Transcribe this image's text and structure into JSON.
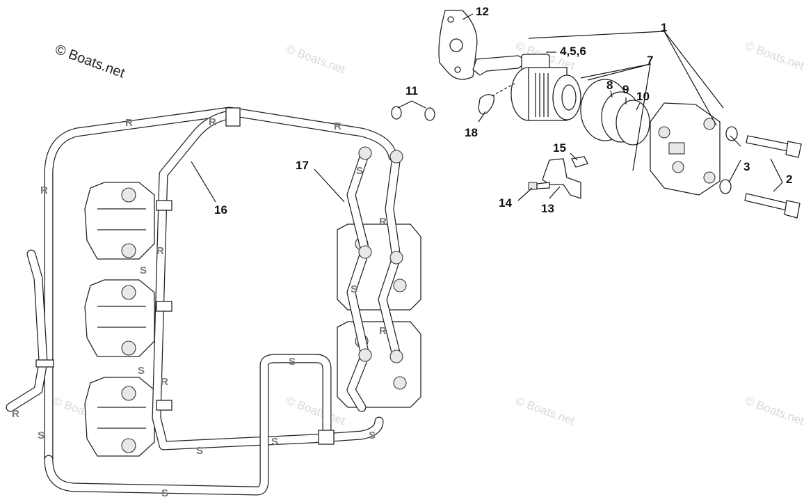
{
  "copyright": "© Boats.net",
  "watermark": "© Boats.net",
  "callouts": [
    "12",
    "1",
    "4,5,6",
    "7",
    "8",
    "9",
    "10",
    "11",
    "18",
    "3",
    "2",
    "15",
    "14",
    "13",
    "17",
    "16"
  ],
  "hose_marks": {
    "return": "R",
    "supply": "S"
  },
  "colors": {
    "line": "#222222",
    "hose_letter": "#777777",
    "watermark": "#d8d8d8"
  }
}
